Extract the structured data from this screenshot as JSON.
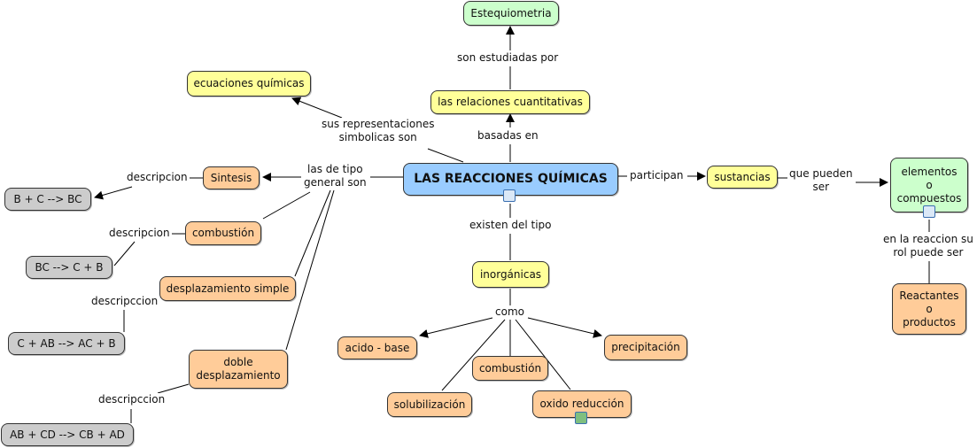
{
  "map": {
    "root": "LAS REACCIONES QUÍMICAS",
    "nodes": {
      "estequiometria": "Estequiometria",
      "relaciones": "las relaciones cuantitativas",
      "ecuaciones": "ecuaciones químicas",
      "sintesis": "Sintesis",
      "eq_sintesis": "B + C --> BC",
      "combustion_gen": "combustión",
      "eq_combustion": "BC --> C + B",
      "desp_simple": "desplazamiento simple",
      "eq_desp_simple": "C + AB --> AC + B",
      "doble_desp": "doble\ndesplazamiento",
      "eq_doble_desp": "AB + CD --> CB + AD",
      "sustancias": "sustancias",
      "elementos": "elementos\no\ncompuestos",
      "reactantes": "Reactantes\no\nproductos",
      "inorganicas": "inorgánicas",
      "acido_base": "acido - base",
      "combustion_inorg": "combustión",
      "precipitacion": "precipitación",
      "solubilizacion": "solubilización",
      "oxido_reduccion": "oxido reducción"
    },
    "links": {
      "son_estudiadas_por": "son estudiadas por",
      "basadas_en": "basadas en",
      "sus_representaciones": "sus representaciones\nsimbolicas son",
      "las_de_tipo": "las de tipo\ngeneral son",
      "descripcion_1": "descripcion",
      "descripcion_2": "descripcion",
      "descripccion_3": "descripccion",
      "descripccion_4": "descripccion",
      "participan": "participan",
      "que_pueden_ser": "que pueden\nser",
      "en_la_reaccion": "en la reaccion su\nrol puede ser",
      "existen_del_tipo": "existen del tipo",
      "como": "como"
    },
    "resource_icons": {
      "root": "document-icon",
      "elementos": "image-icon",
      "oxido_reduccion": "video-icon"
    }
  }
}
